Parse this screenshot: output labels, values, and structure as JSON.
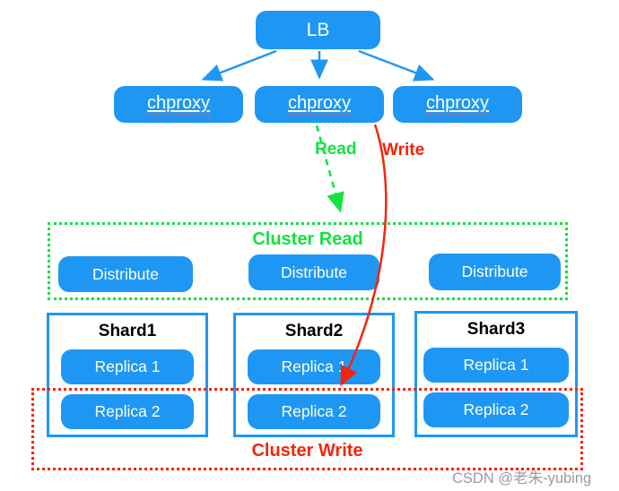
{
  "lb": {
    "label": "LB"
  },
  "proxies": [
    {
      "label": "chproxy"
    },
    {
      "label": "chproxy"
    },
    {
      "label": "chproxy"
    }
  ],
  "flow": {
    "read": "Read",
    "write": "Write"
  },
  "cluster_read": {
    "title": "Cluster Read",
    "distributes": [
      {
        "label": "Distribute"
      },
      {
        "label": "Distribute"
      },
      {
        "label": "Distribute"
      }
    ]
  },
  "shards": [
    {
      "title": "Shard1",
      "replicas": [
        "Replica 1",
        "Replica 2"
      ]
    },
    {
      "title": "Shard2",
      "replicas": [
        "Replica 1",
        "Replica 2"
      ]
    },
    {
      "title": "Shard3",
      "replicas": [
        "Replica 1",
        "Replica 2"
      ]
    }
  ],
  "cluster_write": {
    "title": "Cluster Write"
  },
  "watermark": {
    "text": "CSDN @老朱-yubing"
  },
  "colors": {
    "node_blue": "#1e97f4",
    "read_green": "#12e23f",
    "write_red": "#f3250f",
    "shard_title_black": "#000000",
    "watermark_gray": "#9b9b9b",
    "spellcheck_red": "#ff5a4d"
  }
}
